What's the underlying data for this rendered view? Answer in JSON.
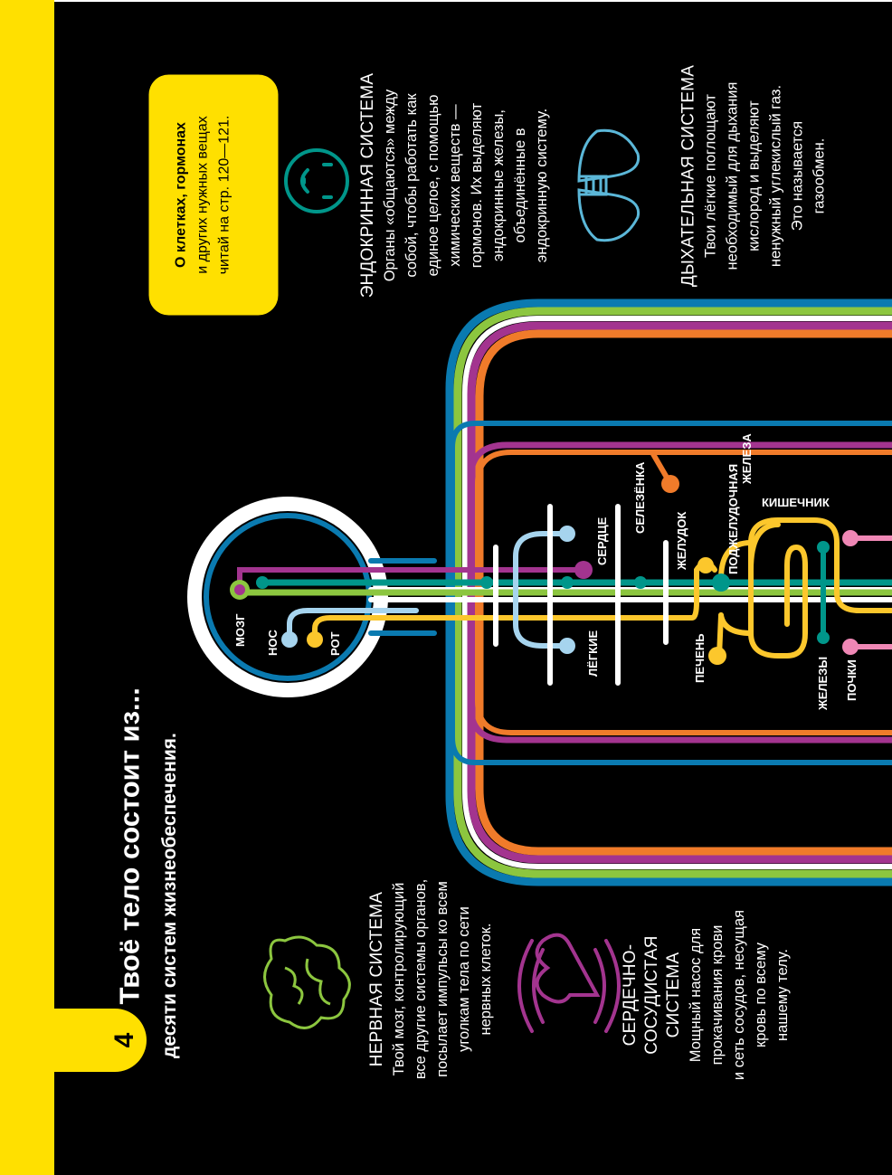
{
  "page_number": "4",
  "title": "Твоё тело состоит из...",
  "subtitle": "десяти систем жизнеобеспечения.",
  "note": {
    "line1_bold": "О клетках, гормонах",
    "line2": "и других нужных вещах",
    "line3": "читай на стр. 120—121."
  },
  "endocrine": {
    "heading": "ЭНДОКРИННАЯ СИСТЕМА",
    "lines": [
      "Органы «общаются» между",
      "собой, чтобы работать как",
      "единое целое, с помощью",
      "химических веществ —",
      "гормонов. Их выделяют",
      "эндокринные железы,",
      "объединённые в",
      "эндокринную систему."
    ]
  },
  "respiratory": {
    "heading": "ДЫХАТЕЛЬНАЯ СИСТЕМА",
    "lines": [
      "Твои лёгкие поглощают",
      "необходимый для дыхания",
      "кислород и выделяют",
      "ненужный углекислый газ.",
      "Это называется",
      "газообмен."
    ]
  },
  "nervous": {
    "heading": "НЕРВНАЯ СИСТЕМА",
    "lines": [
      "Твой мозг, контролирующий",
      "все другие системы органов,",
      "посылает импульсы ко всем",
      "уголкам тела по сети",
      "нервных клеток."
    ]
  },
  "cardio": {
    "heading_lines": [
      "СЕРДЕЧНО-",
      "СОСУДИСТАЯ",
      "СИСТЕМА"
    ],
    "lines": [
      "Мощный насос для",
      "прокачивания крови",
      "и сеть сосудов, несущая",
      "кровь по всему",
      "нашему телу."
    ]
  },
  "labels": {
    "brain": "МОЗГ",
    "nose": "НОС",
    "mouth": "РОТ",
    "lungs": "ЛЁГКИЕ",
    "heart": "СЕРДЦЕ",
    "spleen": "СЕЛЕЗЁНКА",
    "stomach": "ЖЕЛУДОК",
    "pancreas_1": "ПОДЖЕЛУДОЧНАЯ",
    "pancreas_2": "ЖЕЛЕЗА",
    "intestine": "КИШЕЧНИК",
    "liver": "ПЕЧЕНЬ",
    "glands": "ЖЕЛЕЗЫ",
    "kidneys": "ПОЧКИ"
  },
  "colors": {
    "yellow": "#ffe000",
    "blue": "#0a7ab0",
    "green": "#8cc63f",
    "purple": "#a3348f",
    "orange": "#f07b2a",
    "teal": "#00968a",
    "lightblue": "#a6d4ee",
    "gold": "#fcc72c",
    "pink": "#ef87b5"
  }
}
